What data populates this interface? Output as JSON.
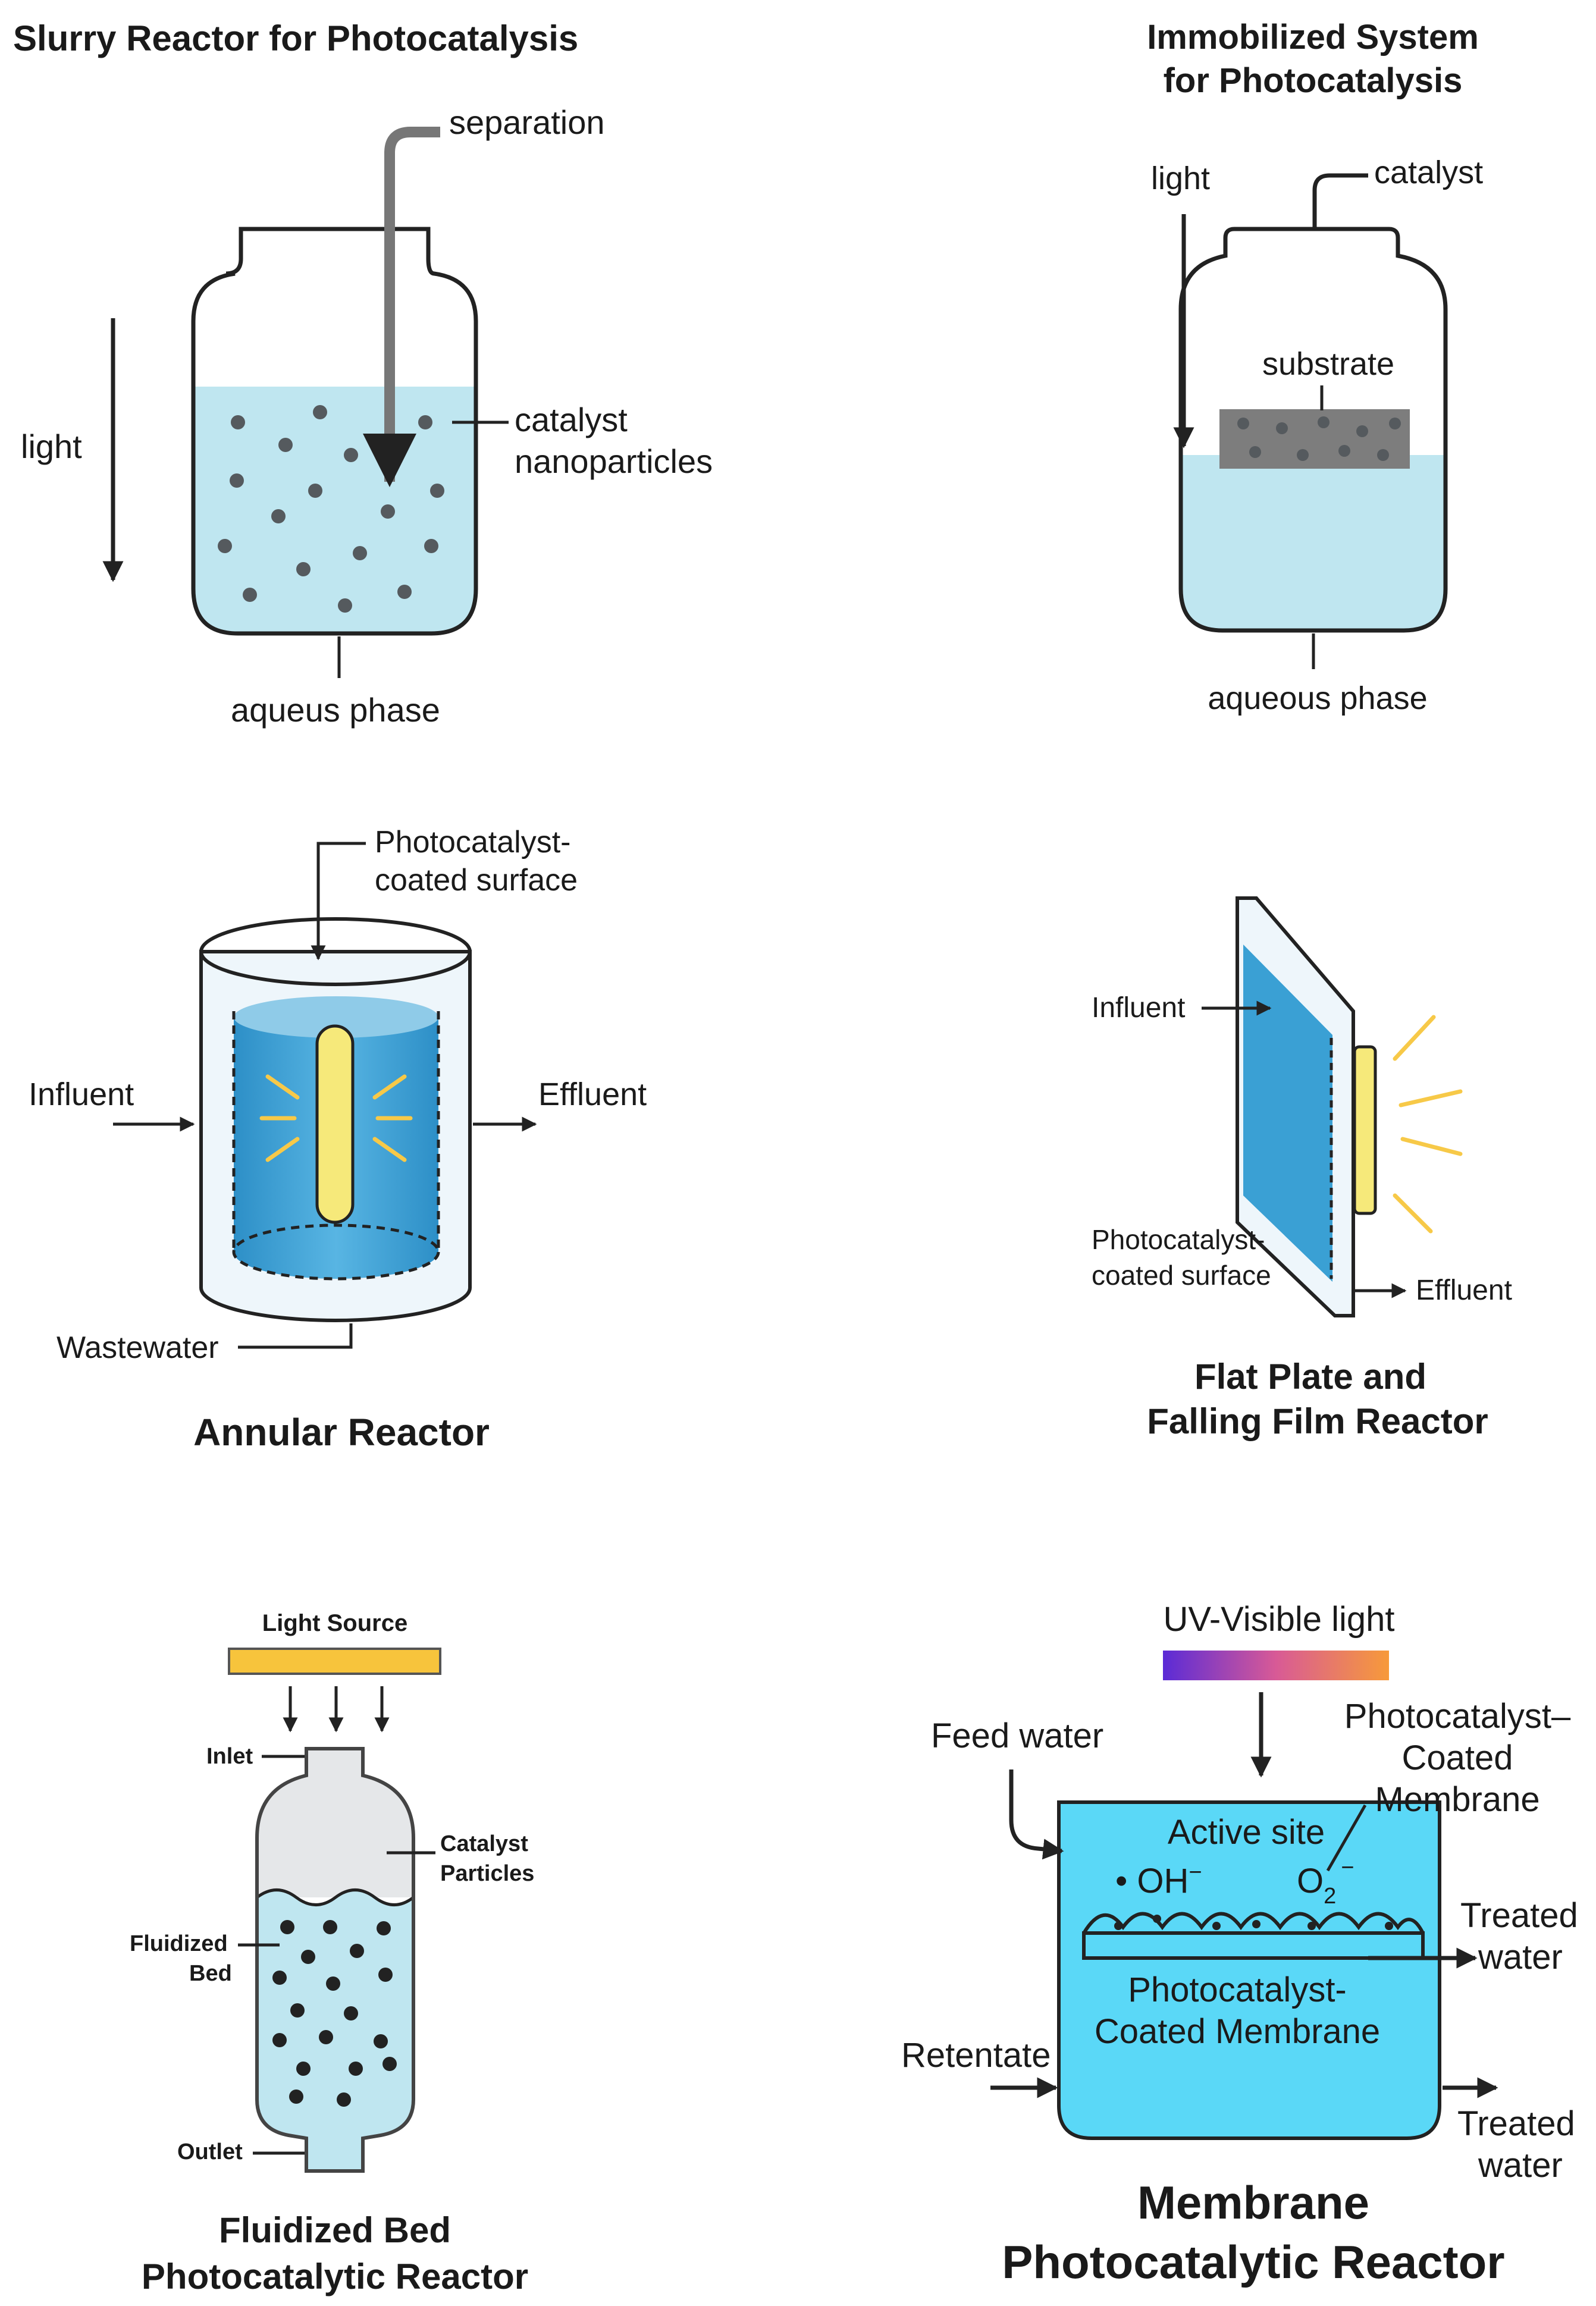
{
  "slurry": {
    "title": "Slurry Reactor for Photocatalysis",
    "separation": "separation",
    "light": "light",
    "catalyst_line1": "catalyst",
    "catalyst_line2": "nanoparticles",
    "aqueous": "aqueus phase"
  },
  "immobilized": {
    "title_line1": "Immobilized System",
    "title_line2": "for Photocatalysis",
    "light": "light",
    "catalyst": "catalyst",
    "substrate": "substrate",
    "aqueous": "aqueous phase"
  },
  "annular": {
    "coated_line1": "Photocatalyst-",
    "coated_line2": "coated surface",
    "influent": "Influent",
    "effluent": "Effluent",
    "wastewater": "Wastewater",
    "title": "Annular Reactor"
  },
  "flatplate": {
    "influent": "Influent",
    "coated_line1": "Photocatalyst-",
    "coated_line2": "coated surface",
    "effluent": "Effluent",
    "title_line1": "Flat Plate and",
    "title_line2": "Falling Film Reactor"
  },
  "fluidized": {
    "light_source": "Light Source",
    "inlet": "Inlet",
    "catalyst_line1": "Catalyst",
    "catalyst_line2": "Particles",
    "bed_line1": "Fluidized",
    "bed_line2": "Bed",
    "outlet": "Outlet",
    "title_line1": "Fluidized Bed",
    "title_line2": "Photocatalytic Reactor"
  },
  "membrane": {
    "uv_label": "UV-Visible light",
    "feed": "Feed water",
    "coated_top_line1": "Photocatalyst–",
    "coated_top_line2": "Coated",
    "coated_top_line3": "Membrane",
    "active_site": "Active site",
    "oh": "• OH",
    "oh_sup": "−",
    "o2": "O",
    "o2_sub": "2",
    "o2_sup": "−",
    "treated1_line1": "Treated",
    "treated1_line2": "water",
    "coated_mid_line1": "Photocatalyst-",
    "coated_mid_line2": "Coated Membrane",
    "retentate": "Retentate",
    "treated2_line1": "Treated",
    "treated2_line2": "water",
    "title_line1": "Membrane",
    "title_line2": "Photocatalytic Reactor"
  },
  "colors": {
    "water": "#bfe6f0",
    "deep_water": "#3aa0d4",
    "membrane_water": "#5ad8f7",
    "dot": "#555a5e",
    "lamp": "#f6e97a",
    "light_ray": "#f7c948",
    "light_source": "#f7c43c",
    "substrate": "#7d7d7d"
  }
}
